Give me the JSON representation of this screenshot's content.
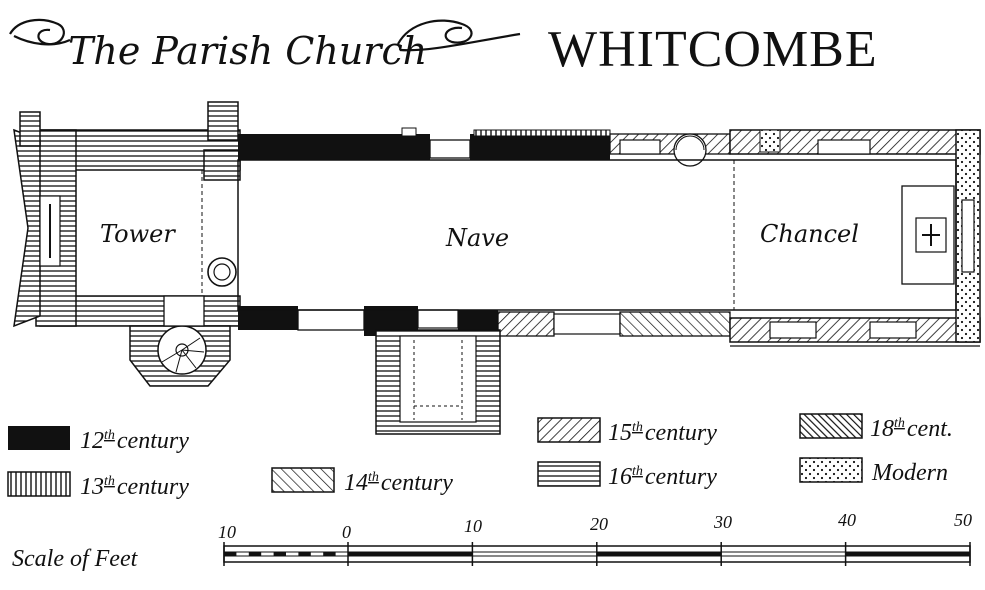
{
  "title": {
    "script": "The Parish Church",
    "place": "WHITCOMBE"
  },
  "rooms": {
    "tower": "Tower",
    "nave": "Nave",
    "chancel": "Chancel"
  },
  "legend": {
    "c12": {
      "ordinal": "12",
      "suffix": "th",
      "word": "century"
    },
    "c13": {
      "ordinal": "13",
      "suffix": "th",
      "word": "century"
    },
    "c14": {
      "ordinal": "14",
      "suffix": "th",
      "word": "century"
    },
    "c15": {
      "ordinal": "15",
      "suffix": "th",
      "word": "century"
    },
    "c16": {
      "ordinal": "16",
      "suffix": "th",
      "word": "century"
    },
    "c18": {
      "ordinal": "18",
      "suffix": "th",
      "word": "cent."
    },
    "modern": {
      "word": "Modern"
    }
  },
  "scale": {
    "label": "Scale of Feet",
    "ticks": [
      "10",
      "0",
      "10",
      "20",
      "30",
      "40",
      "50"
    ]
  },
  "colors": {
    "ink": "#111111",
    "paper": "#ffffff"
  }
}
